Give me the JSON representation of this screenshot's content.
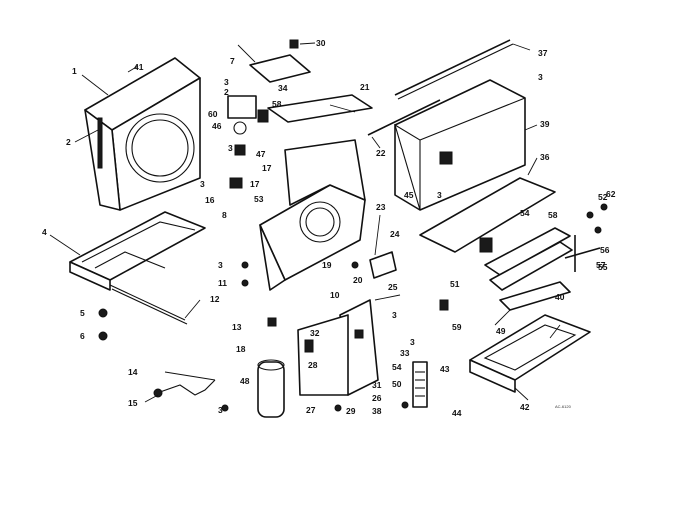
{
  "diagram": {
    "callouts": {
      "c1": "1",
      "c2": "41",
      "c3": "2",
      "c4": "4",
      "c5": "5",
      "c6": "6",
      "c7": "3",
      "c8": "11",
      "c9": "12",
      "c10": "13",
      "c11": "7",
      "c12": "30",
      "c13": "3",
      "c14": "2",
      "c15": "34",
      "c16": "58",
      "c17": "60",
      "c18": "46",
      "c19": "3",
      "c20": "47",
      "c21": "17",
      "c22": "3",
      "c23": "16",
      "c24": "17",
      "c25": "53",
      "c26": "8",
      "c27": "21",
      "c28": "22",
      "c29": "37",
      "c30": "3",
      "c31": "39",
      "c32": "36",
      "c33": "3",
      "c34": "45",
      "c35": "23",
      "c36": "24",
      "c37": "25",
      "c38": "20",
      "c39": "10",
      "c40": "3",
      "c41": "19",
      "c42": "32",
      "c43": "3",
      "c44": "33",
      "c45": "54",
      "c46": "28",
      "c47": "50",
      "c48": "29",
      "c49": "26",
      "c50": "27",
      "c51": "31",
      "c52": "38",
      "c53": "43",
      "c54": "44",
      "c55": "14",
      "c56": "15",
      "c57": "18",
      "c58": "3",
      "c59": "48",
      "c60": "51",
      "c61": "59",
      "c62": "56",
      "c63": "55",
      "c64": "54",
      "c65": "57",
      "c66": "52",
      "c67": "62",
      "c68": "40",
      "c69": "42",
      "c70": "49",
      "c71": "58"
    },
    "footnote": "AC-6120"
  }
}
